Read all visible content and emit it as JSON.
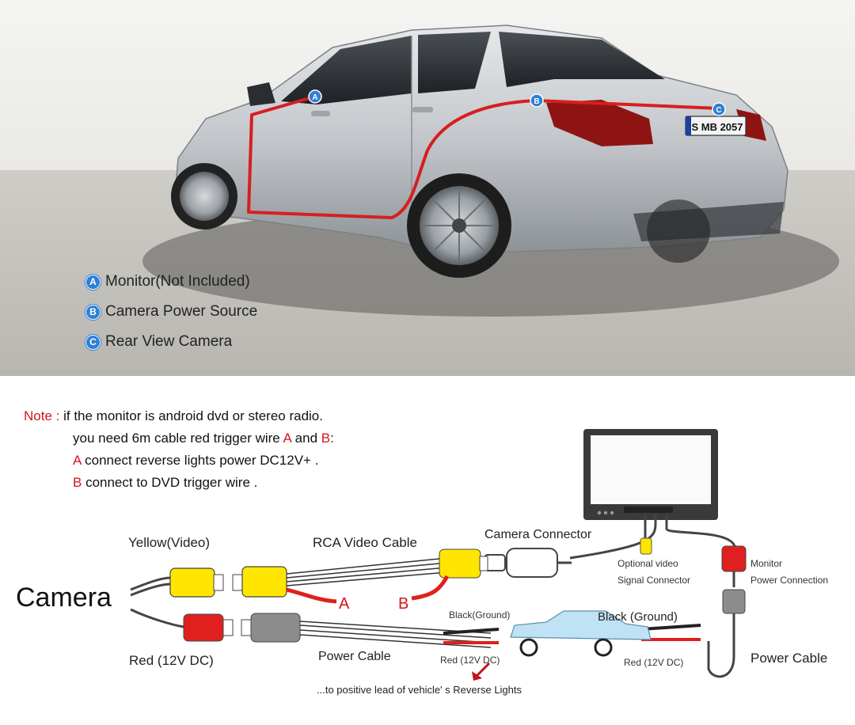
{
  "photo": {
    "plate": "S MB 2057",
    "markers": [
      "A",
      "B",
      "C"
    ],
    "legend": [
      {
        "badge": "A",
        "label": "Monitor(Not Included)"
      },
      {
        "badge": "B",
        "label": "Camera Power Source"
      },
      {
        "badge": "C",
        "label": "Rear View Camera"
      }
    ],
    "colors": {
      "wire": "#d61f1f",
      "badge": "#2f7fd6"
    }
  },
  "note": {
    "prefix": "Note :",
    "line1": "if the monitor is android dvd or stereo radio.",
    "line2_a": "you need 6m cable red trigger wire ",
    "line2_A": "A",
    "line2_and": " and ",
    "line2_B": "B",
    "line2_end": ":",
    "line3_A": "A",
    "line3": " connect reverse lights power DC12V+ .",
    "line4_B": "B",
    "line4": " connect to DVD trigger wire ."
  },
  "diagram": {
    "camera": "Camera",
    "yellow_video": "Yellow(Video)",
    "rca_cable": "RCA Video  Cable",
    "camera_connector": "Camera Connector",
    "optional_video_1": "Optional video",
    "optional_video_2": "Signal Connector",
    "monitor_power_1": "Monitor",
    "monitor_power_2": "Power Connection",
    "wire_A": "A",
    "wire_B": "B",
    "red_12v": "Red (12V DC)",
    "power_cable_left": "Power  Cable",
    "black_ground_small": "Black(Ground)",
    "red_12v_small_1": "Red (12V DC)",
    "black_ground_big": "Black (Ground)",
    "red_12v_small_2": "Red (12V DC)",
    "power_cable_right": "Power  Cable",
    "reverse_lights": "...to positive lead of vehicle' s  Reverse Lights",
    "colors": {
      "yellow": "#ffe600",
      "red": "#e0201e",
      "gray": "#8c8c8c",
      "car": "#bfe3f4"
    }
  }
}
